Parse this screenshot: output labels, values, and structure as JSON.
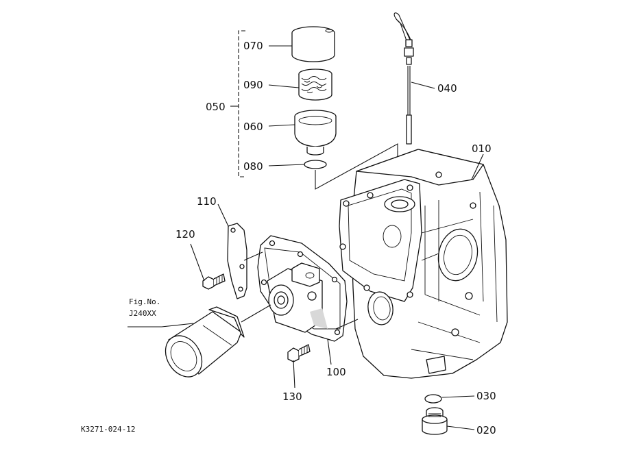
{
  "labels": {
    "p010": "010",
    "p020": "020",
    "p030": "030",
    "p040": "040",
    "p050": "050",
    "p060": "060",
    "p070": "070",
    "p080": "080",
    "p090": "090",
    "p100": "100",
    "p110": "110",
    "p120": "120",
    "p130": "130"
  },
  "fig_ref": {
    "line1": "Fig.No.",
    "line2": "J240XX"
  },
  "drawing_code": "K3271-024-12"
}
